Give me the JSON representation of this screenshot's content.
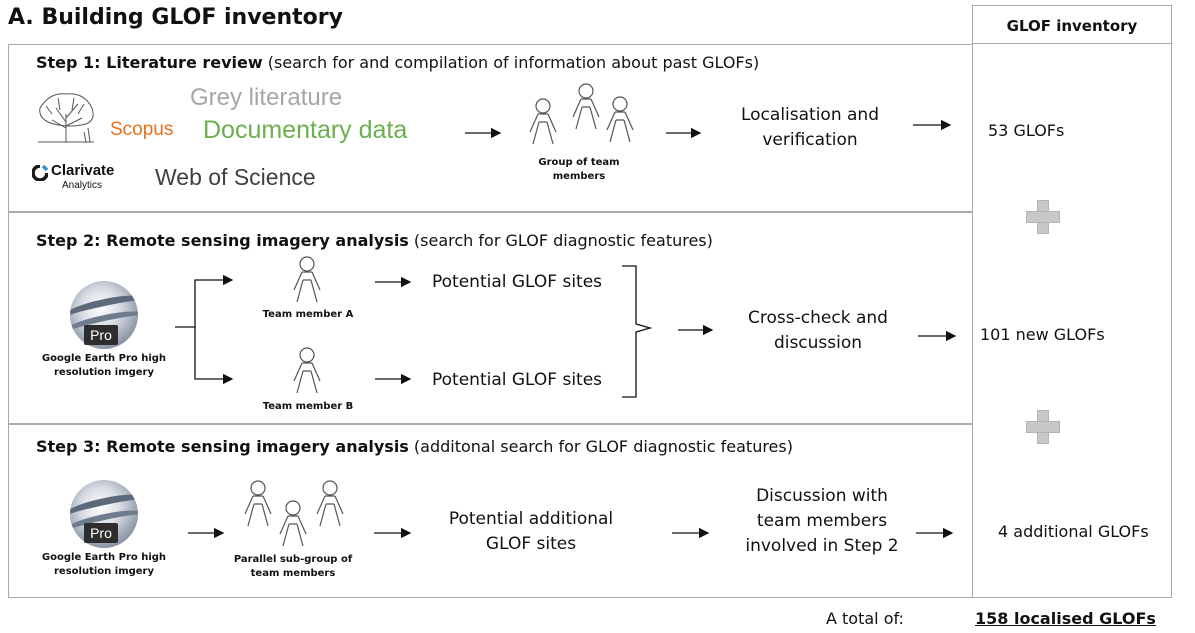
{
  "title": "A. Building GLOF inventory",
  "inventory": {
    "header": "GLOF inventory",
    "step1_result": "53 GLOFs",
    "step2_result": "101 new GLOFs",
    "step3_result": "4 additional GLOFs",
    "total_label": "A total of:",
    "total_value": "158 localised GLOFs"
  },
  "step1": {
    "title_bold": "Step 1: Literature review",
    "title_rest": " (search for and compilation of information about past GLOFs)",
    "sources": {
      "grey": "Grey literature",
      "scopus": "Scopus",
      "documentary": "Documentary data",
      "clarivate": "Clarivate",
      "analytics": "Analytics",
      "wos": "Web of Science"
    },
    "group_label": "Group of team members",
    "localisation": "Localisation and verification"
  },
  "step2": {
    "title_bold": "Step 2: Remote sensing imagery analysis",
    "title_rest": " (search for GLOF diagnostic features)",
    "ge_label": "Google Earth Pro high resolution imgery",
    "pro": "Pro",
    "member_a": "Team member A",
    "member_b": "Team member B",
    "potential_a": "Potential GLOF sites",
    "potential_b": "Potential GLOF sites",
    "crosscheck": "Cross-check and discussion"
  },
  "step3": {
    "title_bold": "Step 3: Remote sensing imagery analysis",
    "title_rest": " (additonal search for GLOF diagnostic features)",
    "ge_label": "Google Earth Pro high resolution imgery",
    "pro": "Pro",
    "subgroup": "Parallel sub-group of team members",
    "potential": "Potential additional GLOF sites",
    "discussion": "Discussion with team members involved in Step 2"
  },
  "colors": {
    "scopus": "#e9711c",
    "documentary": "#6ab04c",
    "grey": "#a6a6a6",
    "wos": "#404040",
    "border": "#aaaaaa"
  }
}
